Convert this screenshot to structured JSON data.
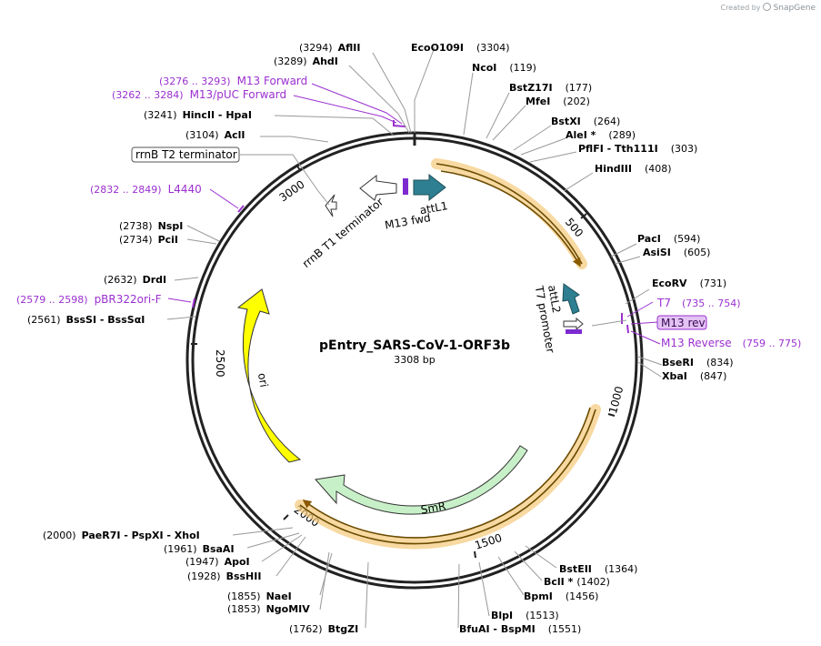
{
  "credit": {
    "prefix": "Created by",
    "brand": "SnapGene"
  },
  "plasmid": {
    "name": "pEntry_SARS-CoV-1-ORF3b",
    "size_label": "3308 bp",
    "length": 3308
  },
  "colors": {
    "enzyme": "#000000",
    "primer": "#9b30d0",
    "backbone": "#222222",
    "orf_fill": "#b8e8b8",
    "ori_fill": "#ffff00",
    "att_fill": "#2e7f91",
    "highlight": "#f3c979"
  },
  "ticks": [
    {
      "label": "500",
      "pos": 500
    },
    {
      "label": "1000",
      "pos": 1000
    },
    {
      "label": "1500",
      "pos": 1500
    },
    {
      "label": "2000",
      "pos": 2000
    },
    {
      "label": "2500",
      "pos": 2500
    },
    {
      "label": "3000",
      "pos": 3000
    }
  ],
  "features": [
    {
      "name": "attL1",
      "label": "attL1",
      "kind": "att"
    },
    {
      "name": "M13 fwd",
      "label": "M13 fwd",
      "kind": "primer-bind"
    },
    {
      "name": "rrnB T1 terminator",
      "label": "rrnB T1 terminator",
      "kind": "terminator"
    },
    {
      "name": "rrnB T2 terminator",
      "label": "rrnB T2 terminator",
      "kind": "terminator-boxed"
    },
    {
      "name": "attL2",
      "label": "attL2",
      "kind": "att"
    },
    {
      "name": "T7 promoter",
      "label": "T7 promoter",
      "kind": "promoter"
    },
    {
      "name": "SmR",
      "label": "SmR",
      "kind": "orf"
    },
    {
      "name": "ori",
      "label": "ori",
      "kind": "origin"
    }
  ],
  "enzymes": [
    {
      "name": "AflII",
      "pos_label": "(3294)"
    },
    {
      "name": "AhdI",
      "pos_label": "(3289)"
    },
    {
      "name": "HincII - HpaI",
      "pos_label": "(3241)"
    },
    {
      "name": "AclI",
      "pos_label": "(3104)"
    },
    {
      "name": "EcoO109I",
      "pos_label": "(3304)"
    },
    {
      "name": "NcoI",
      "pos_label": "(119)"
    },
    {
      "name": "BstZ17I",
      "pos_label": "(177)"
    },
    {
      "name": "MfeI",
      "pos_label": "(202)"
    },
    {
      "name": "BstXI",
      "pos_label": "(264)"
    },
    {
      "name": "AleI *",
      "pos_label": "(289)"
    },
    {
      "name": "PflFI - Tth111I",
      "pos_label": "(303)"
    },
    {
      "name": "HindIII",
      "pos_label": "(408)"
    },
    {
      "name": "PacI",
      "pos_label": "(594)"
    },
    {
      "name": "AsiSI",
      "pos_label": "(605)"
    },
    {
      "name": "EcoRV",
      "pos_label": "(731)"
    },
    {
      "name": "BseRI",
      "pos_label": "(834)"
    },
    {
      "name": "XbaI",
      "pos_label": "(847)"
    },
    {
      "name": "BstEII",
      "pos_label": "(1364)"
    },
    {
      "name": "BclI *",
      "pos_label": "(1402)"
    },
    {
      "name": "BpmI",
      "pos_label": "(1456)"
    },
    {
      "name": "BlpI",
      "pos_label": "(1513)"
    },
    {
      "name": "BfuAI - BspMI",
      "pos_label": "(1551)"
    },
    {
      "name": "BtgZI",
      "pos_label": "(1762)"
    },
    {
      "name": "NaeI",
      "pos_label": "(1855)"
    },
    {
      "name": "NgoMIV",
      "pos_label": "(1853)"
    },
    {
      "name": "BssHII",
      "pos_label": "(1928)"
    },
    {
      "name": "ApoI",
      "pos_label": "(1947)"
    },
    {
      "name": "BsaAI",
      "pos_label": "(1961)"
    },
    {
      "name": "PaeR7I - PspXI - XhoI",
      "pos_label": "(2000)"
    },
    {
      "name": "BssSI - BssSαI",
      "pos_label": "(2561)"
    },
    {
      "name": "DrdI",
      "pos_label": "(2632)"
    },
    {
      "name": "PciI",
      "pos_label": "(2734)"
    },
    {
      "name": "NspI",
      "pos_label": "(2738)"
    }
  ],
  "primers": [
    {
      "name": "M13 Forward",
      "range": "(3276 .. 3293)"
    },
    {
      "name": "M13/pUC Forward",
      "range": "(3262 .. 3284)"
    },
    {
      "name": "L4440",
      "range": "(2832 .. 2849)"
    },
    {
      "name": "pBR322ori-F",
      "range": "(2579 .. 2598)"
    },
    {
      "name": "T7",
      "range": "(735 .. 754)"
    },
    {
      "name": "M13 rev",
      "range": ""
    },
    {
      "name": "M13 Reverse",
      "range": "(759 .. 775)"
    }
  ]
}
